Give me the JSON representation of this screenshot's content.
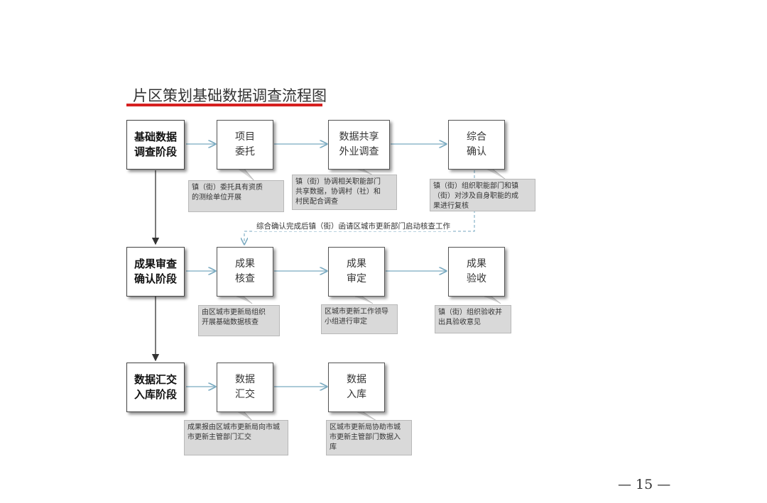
{
  "title": "片区策划基础数据调查流程图",
  "colors": {
    "title_underline": "#d62020",
    "arrow": "#8fb8cc",
    "note_bg": "#d9d9d9",
    "stage_arrow": "#333333"
  },
  "stages": [
    {
      "label": "基础数据\n调查阶段"
    },
    {
      "label": "成果审查\n确认阶段"
    },
    {
      "label": "数据汇交\n入库阶段"
    }
  ],
  "rows": [
    {
      "steps": [
        {
          "label": "项目\n委托"
        },
        {
          "label": "数据共享\n外业调查"
        },
        {
          "label": "综合\n确认"
        }
      ]
    },
    {
      "steps": [
        {
          "label": "成果\n核查"
        },
        {
          "label": "成果\n审定"
        },
        {
          "label": "成果\n验收"
        }
      ]
    },
    {
      "steps": [
        {
          "label": "数据\n汇交"
        },
        {
          "label": "数据\n入库"
        }
      ]
    }
  ],
  "notes": [
    "镇（街）委托具有资质\n的测绘单位开展",
    "镇（街）协调相关职能部门\n共享数据，协调村（社）和\n村民配合调查",
    "镇（街）组织职能部门和镇\n（街）对涉及自身职能的成\n果进行复核",
    "由区城市更新局组织\n开展基础数据核查",
    "区城市更新工作领导\n小组进行审定",
    "镇（街）组织验收并\n出具验收意见",
    "成果报由区城市更新局向市城\n市更新主管部门汇交",
    "区城市更新局协助市城\n市更新主管部门数据入\n库"
  ],
  "connector_label": "综合确认完成后镇（街）函请区城市更新部门启动核查工作",
  "page_number": "— 15 —"
}
